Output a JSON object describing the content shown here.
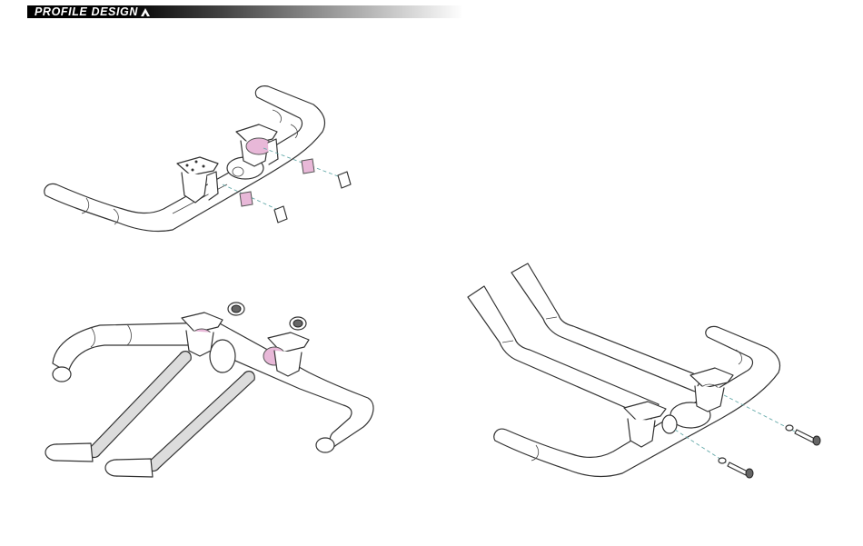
{
  "header": {
    "brand": "PROFILE DESIGN",
    "bar_color": "#000000"
  },
  "figures": [
    {
      "id": "step-1",
      "icon": "clamp-install-icon"
    },
    {
      "id": "step-2",
      "icon": "extension-install-icon"
    },
    {
      "id": "step-3",
      "icon": "bolt-install-icon"
    }
  ],
  "colors": {
    "accent_pink": "#e8b8d8",
    "extension_grey": "#dcdcdc"
  }
}
